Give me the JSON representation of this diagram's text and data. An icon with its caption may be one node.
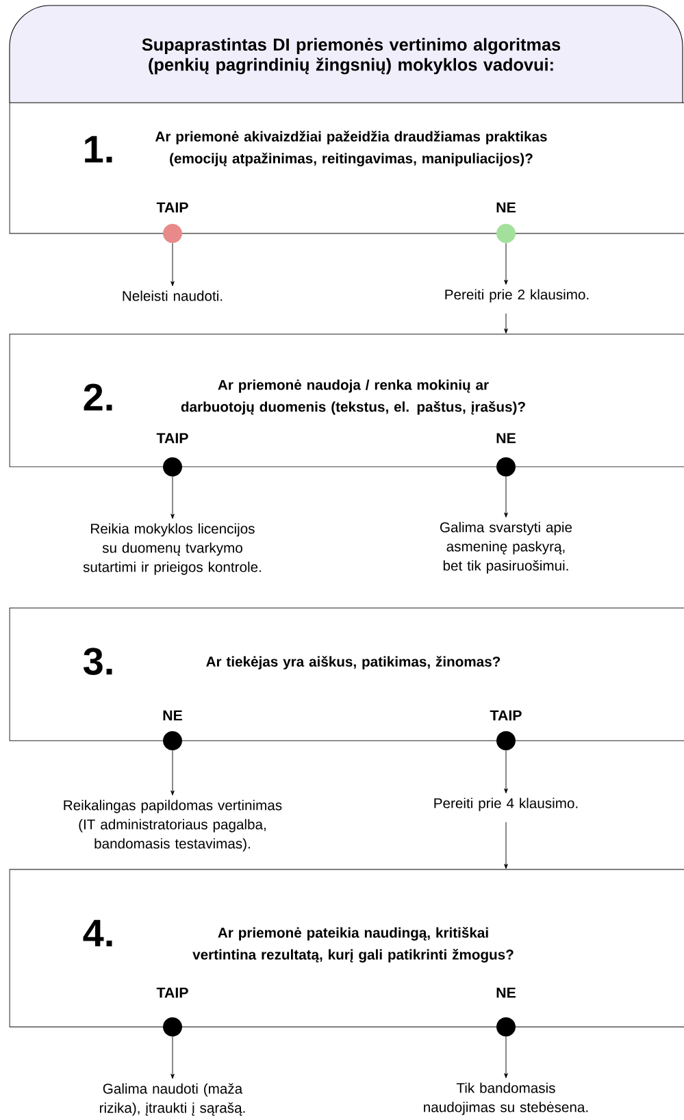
{
  "diagram": {
    "title": "Supaprastintas DI priemonės vertinimo algoritmas (penkių pagrindinių žingsnių) mokyklos vadovui:",
    "nodes": [
      {
        "text": [
          "1.",
          "Ar priemonė akivaizdžiai pažeidžia draudžiamas praktikas (emocijų atpažinimas, reitingavimas, manipuliacijos)?",
          "TAIP",
          "NE"
        ]
      },
      {
        "text": [],
        "shape": "circle"
      },
      {
        "text": [],
        "shape": "circle"
      },
      {
        "text": [
          "Neleisti naudoti."
        ]
      },
      {
        "text": [
          "Pereiti prie 2 klausimo."
        ]
      },
      {
        "text": [
          "2.",
          "Ar priemonė naudoja / renka mokinių ar darbuotojų duomenis (tekstus, el. paštus, įrašus)?",
          "TAIP",
          "NE"
        ]
      },
      {
        "text": [],
        "shape": "circle"
      },
      {
        "text": [],
        "shape": "circle"
      },
      {
        "text": [
          "Reikia mokyklos licencijos su duomenų tvarkymo sutartimi ir prieigos kontrole."
        ]
      },
      {
        "text": [
          "Galima svarstyti apie asmeninę paskyrą, bet tik pasiruošimui."
        ]
      },
      {
        "text": [
          "3.",
          "Ar tiekėjas yra aiškus, patikimas, žinomas?",
          "NE",
          "TAIP"
        ]
      },
      {
        "text": [],
        "shape": "circle"
      },
      {
        "text": [],
        "shape": "circle"
      },
      {
        "text": [
          "Reikalingas papildomas vertinimas (IT administratoriaus pagalba, bandomasis testavimas)."
        ]
      },
      {
        "text": [
          "Pereiti prie 4 klausimo."
        ]
      },
      {
        "text": [
          "4.",
          "Ar priemonė pateikia naudingą, kritiškai vertintina rezultatą, kurį gali patikrinti  žmogus?",
          "TAIP",
          "NE"
        ]
      },
      {
        "text": [],
        "shape": "circle"
      },
      {
        "text": [],
        "shape": "circle"
      },
      {
        "text": [
          "Galima naudoti (maža rizika), įtraukti į sąrašą."
        ]
      },
      {
        "text": [
          "Tik bandomasis naudojimas su stebėsena."
        ]
      }
    ],
    "edges": [
      {
        "from": 1,
        "to": 3,
        "arrow": "to"
      },
      {
        "from": 2,
        "to": 4,
        "arrow": "to"
      },
      {
        "from": 4,
        "to": 5,
        "arrow": "to"
      },
      {
        "from": 6,
        "to": 8,
        "arrow": "to"
      },
      {
        "from": 7,
        "to": 9,
        "arrow": "to"
      },
      {
        "from": 11,
        "to": 13,
        "arrow": "to"
      },
      {
        "from": 12,
        "to": 14,
        "arrow": "to"
      },
      {
        "from": 14,
        "to": 15,
        "arrow": "to"
      },
      {
        "from": 16,
        "to": 18,
        "arrow": "to"
      },
      {
        "from": 17,
        "to": 19,
        "arrow": "to"
      }
    ]
  }
}
